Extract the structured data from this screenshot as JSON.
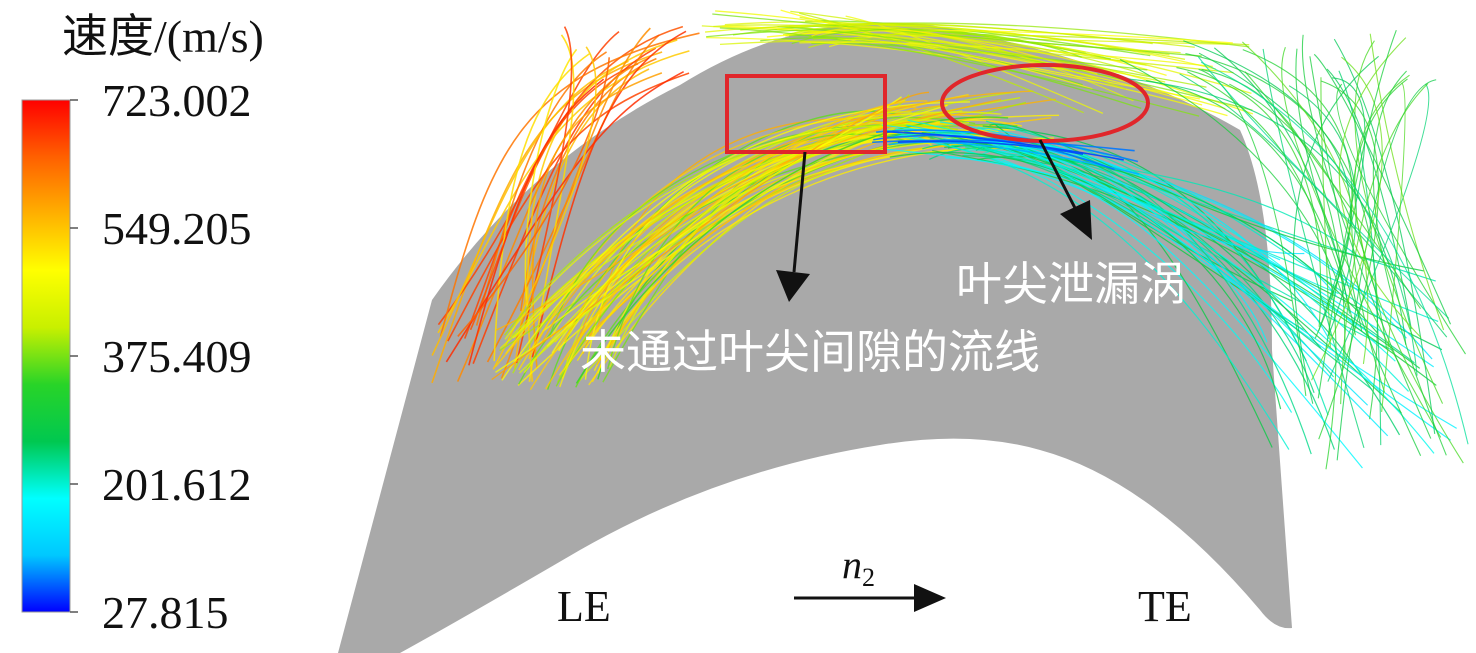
{
  "legend": {
    "title": "速度/(m/s)",
    "ticks": [
      "723.002",
      "549.205",
      "375.409",
      "201.612",
      "27.815"
    ],
    "range": [
      27.815,
      723.002
    ],
    "colormap": [
      "#0000ff",
      "#00c8ff",
      "#00ffff",
      "#00c850",
      "#28d428",
      "#c8f000",
      "#ffff00",
      "#ffb000",
      "#ff6000",
      "#ff0000"
    ]
  },
  "annotations": {
    "tip_leakage_vortex": "叶尖泄漏涡",
    "streamlines_not_through_gap": "未通过叶尖间隙的流线"
  },
  "labels": {
    "leading_edge": "LE",
    "trailing_edge": "TE",
    "direction_symbol": "n",
    "direction_subscript": "2"
  },
  "colors": {
    "blade": "#a9a9a9",
    "highlight": "#e0262b",
    "arrow": "#111111",
    "annotation_text": "#ffffff"
  }
}
